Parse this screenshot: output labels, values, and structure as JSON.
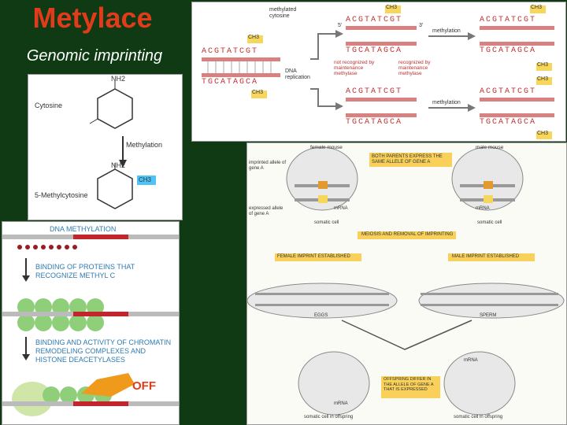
{
  "slide": {
    "title": "Metylace",
    "subtitle": "Genomic imprinting"
  },
  "methylation_panel": {
    "seq_top": "ACGTATCGT",
    "seq_bottom": "TGCATAGCA",
    "ch3": "CH3",
    "methylated_cytosine": "methylated cytosine",
    "dna_replication": "DNA replication",
    "not_recognized": "not recognized by maintenance methylase",
    "recognized": "recognized by maintenance methylase",
    "methylation": "methylation",
    "five": "5'",
    "three": "3'"
  },
  "cytosine_panel": {
    "nh2": "NH2",
    "cytosine": "Cytosine",
    "methylation": "Methylation",
    "five_methylcytosine": "5-Methylcytosine",
    "ch3": "CH3"
  },
  "chromatin_panel": {
    "heading": "DNA METHYLATION",
    "step2": "BINDING OF PROTEINS THAT RECOGNIZE METHYL C",
    "step3": "BINDING AND ACTIVITY OF CHROMATIN REMODELING COMPLEXES AND HISTONE DEACETYLASES",
    "off": "OFF"
  },
  "imprinting_panel": {
    "female_mouse": "female mouse",
    "male_mouse": "male mouse",
    "both_parents": "BOTH PARENTS EXPRESS THE SAME ALLELE OF GENE A",
    "imprinted_allele": "imprinted allele of gene A",
    "expressed_allele": "expressed allele of gene A",
    "mrna": "mRNA",
    "somatic_cell": "somatic cell",
    "meiosis": "MEIOSIS AND REMOVAL OF IMPRINTING",
    "female_imprint": "FEMALE IMPRINT ESTABLISHED",
    "male_imprint": "MALE IMPRINT ESTABLISHED",
    "eggs": "EGGS",
    "sperm": "SPERM",
    "offspring_differ": "OFFSPRING DIFFER IN THE ALLELE OF GENE A THAT IS EXPRESSED",
    "somatic_cell_offspring": "somatic cell in offspring"
  }
}
